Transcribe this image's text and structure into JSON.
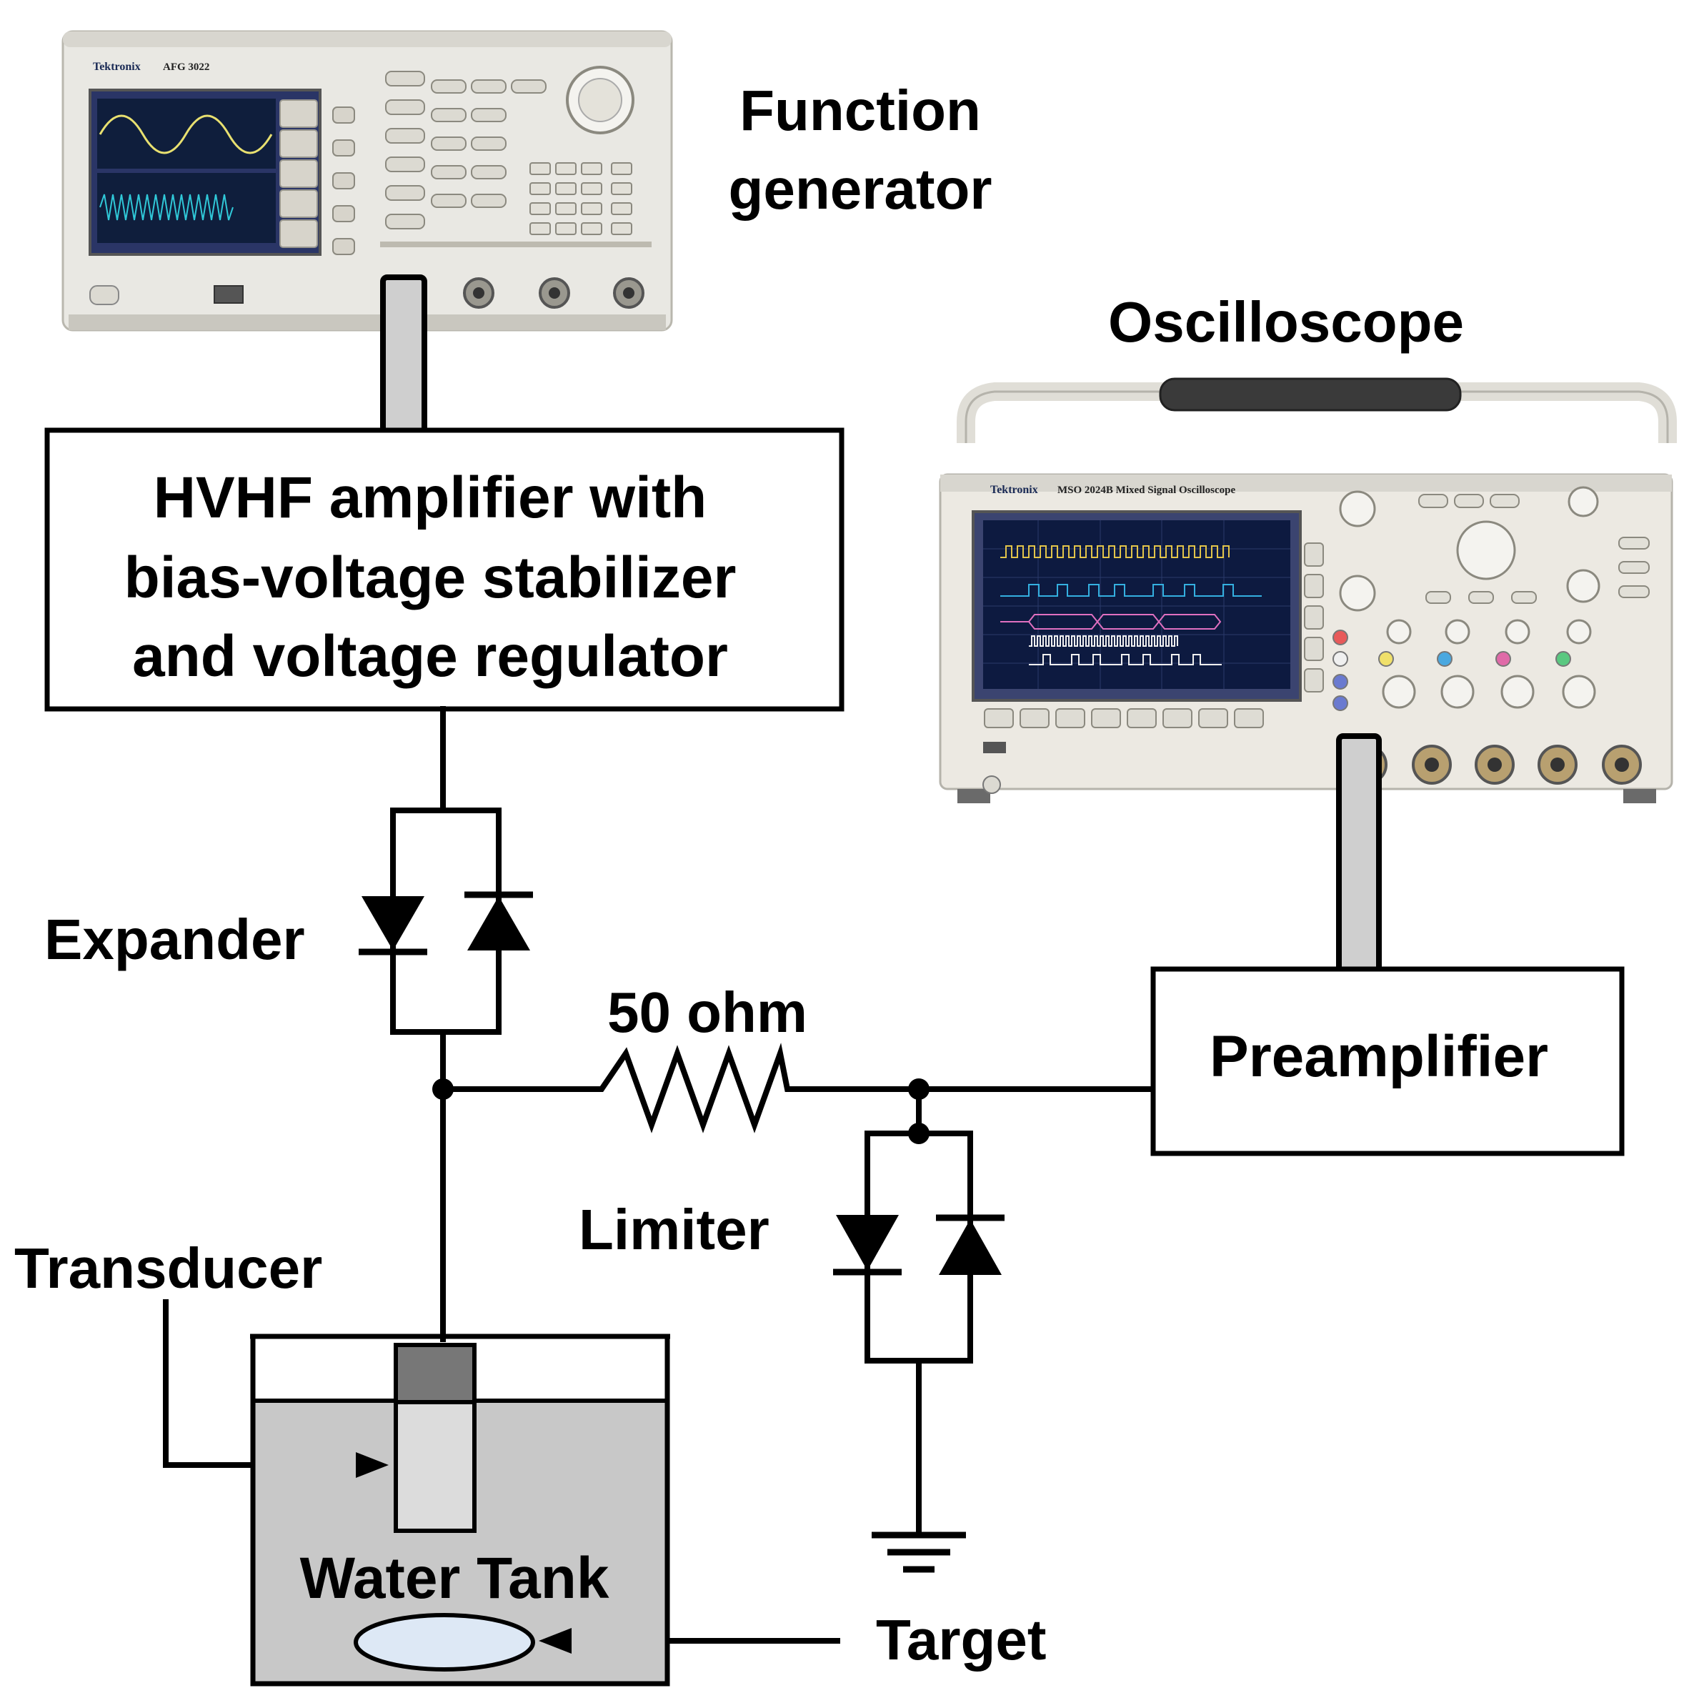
{
  "labels": {
    "function_generator": [
      "Function",
      "generator"
    ],
    "oscilloscope": "Oscilloscope",
    "amplifier_box": [
      "HVHF amplifier with",
      "bias-voltage stabilizer",
      "and voltage regulator"
    ],
    "expander": "Expander",
    "resistor": "50 ohm",
    "preamplifier": "Preamplifier",
    "limiter": "Limiter",
    "transducer": "Transducer",
    "water_tank": "Water Tank",
    "target": "Target"
  },
  "function_generator_panel": {
    "brand": "Tektronix",
    "model": "AFG 3022"
  },
  "oscilloscope_panel": {
    "brand": "Tektronix",
    "model": "MSO 2024B Mixed Signal Oscilloscope"
  },
  "colors": {
    "line": "#000000",
    "water": "#c8c8c8",
    "transducer_head": "#777777",
    "transducer_body": "#dcdcdc",
    "target_fill": "#dde8f5",
    "instrument_body": "#e9e8e3",
    "screen_bg": "#101a4a"
  }
}
